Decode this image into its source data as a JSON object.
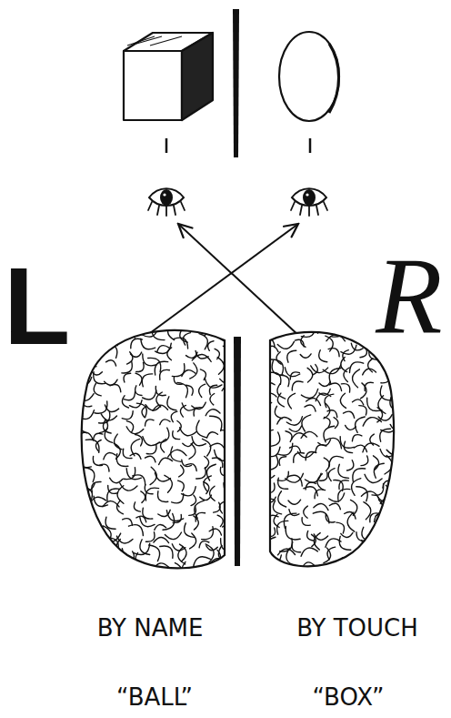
{
  "diagram": {
    "labels": [
      "L",
      "R",
      "BY NAME",
      "BY TOUCH",
      "“BALL”",
      "“BOX”"
    ]
  }
}
